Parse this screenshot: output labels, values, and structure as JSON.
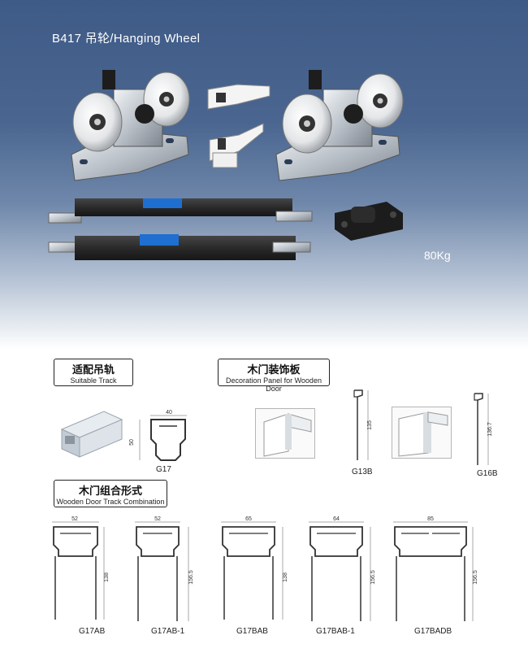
{
  "header": {
    "title": "B417 吊轮/Hanging Wheel",
    "load_rating": "80Kg"
  },
  "sections": {
    "suitable_track": {
      "title_cn": "适配吊轨",
      "title_en": "Suitable Track"
    },
    "decoration_panel": {
      "title_cn": "木门装饰板",
      "title_en": "Decoration Panel for Wooden Door"
    },
    "combination": {
      "title_cn": "木门组合形式",
      "title_en": "Wooden Door Track Combination"
    }
  },
  "profiles": {
    "g17": {
      "code": "G17",
      "width": "40",
      "height": "50"
    },
    "g13b": {
      "code": "G13B",
      "height": "135"
    },
    "g16b": {
      "code": "G16B",
      "height": "136.7"
    }
  },
  "combinations": [
    {
      "code": "G17AB",
      "width": "52",
      "height": "138"
    },
    {
      "code": "G17AB-1",
      "width": "52",
      "height": "156.5"
    },
    {
      "code": "G17BAB",
      "width": "65",
      "height": "138"
    },
    {
      "code": "G17BAB-1",
      "width": "64",
      "height": "156.5"
    },
    {
      "code": "G17BADB",
      "width": "85",
      "height": "156.5"
    }
  ]
}
